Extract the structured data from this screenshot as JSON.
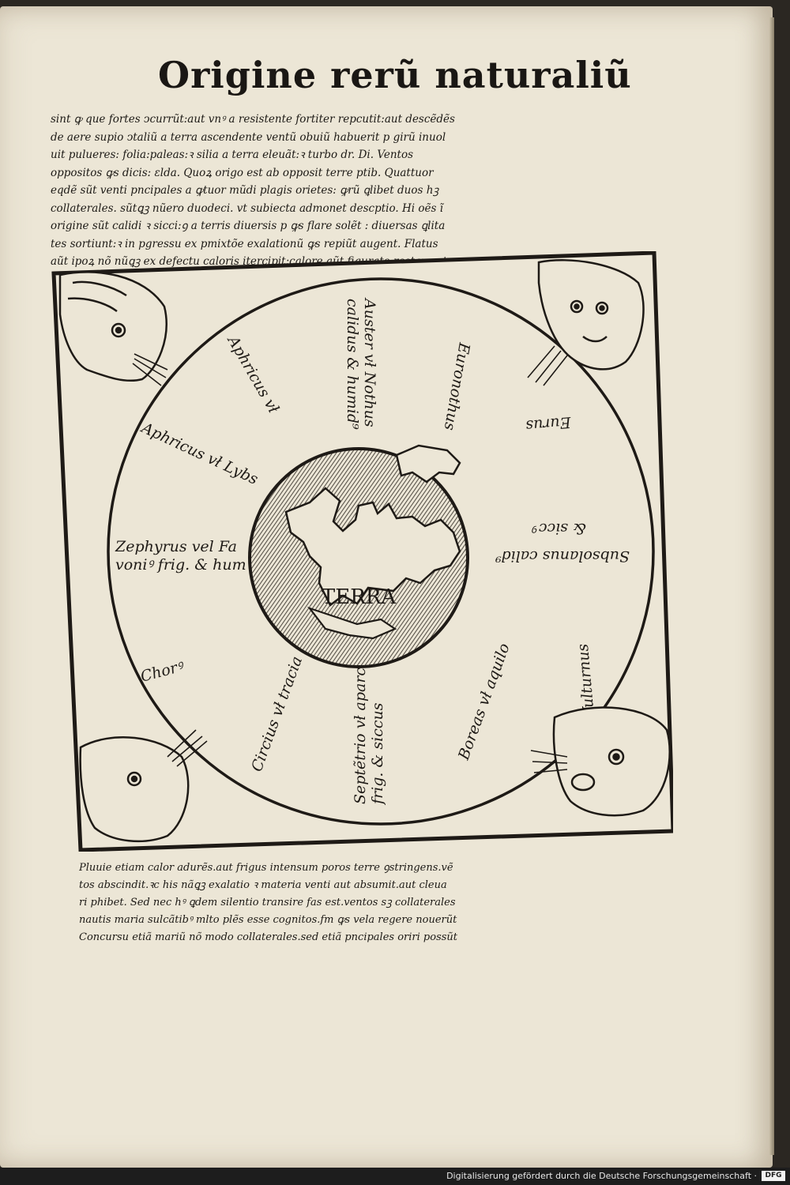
{
  "heading": "Origine rerũ naturaliũ",
  "top_lines": [
    "sint ꝙ que fortes ↄcurrũt:aut vnꝰ a resistente fortiter repcutit:aut descẽdẽs",
    "de aere supio ↄtaliũ a terra ascendente ventũ obuiũ habuerit p girũ inuol",
    "uit pulueres: folia:paleas:ꝛ silia a terra eleuãt:ꝛ turbo dr. Di. Ventos",
    "oppositos ꝙs dicis: ɛlda. Quoꝝ origo est ab opposit terre ptib. Quattuor",
    "eqdẽ sũt venti pncipales a ꝙtuor mũdi plagis orietes: ꝙrũ ꝗlibet duos hꝫ",
    "collaterales. sũtꝗꝫ nũero duodeci. vt subiecta admonet descptio. Hi oẽs ĩ",
    "origine sũt calidi ꝛ sicci:ꝯ a terris diuersis p ꝙs flare solẽt : diuersas ꝗlita",
    "tes sortiunt:ꝛ in pgressu ex pmixtõe exalationũ ꝙs repiũt augent. Flatus",
    "aũt ipoꝝ nõ nũꝗꝫ ex defectu caloris itercipit:calore aũt figurato restaura t."
  ],
  "diagram": {
    "center_label": "TERRA",
    "winds": [
      {
        "line1": "Auster vł Nothus",
        "line2": "calidus & humid⁹"
      },
      {
        "line1": "Euronothus",
        "line2": ""
      },
      {
        "line1": "Eurus",
        "line2": ""
      },
      {
        "line1": "Subsolanus calid⁹",
        "line2": "& siccꝰ"
      },
      {
        "line1": "Vulturnus",
        "line2": ""
      },
      {
        "line1": "Boreas vł aquilo",
        "line2": ""
      },
      {
        "line1": "Septẽtrio vł aparc",
        "line2": "frig. & siccus"
      },
      {
        "line1": "Circius vł tracia",
        "line2": ""
      },
      {
        "line1": "Chorꝰ",
        "line2": ""
      },
      {
        "line1": "Zephyrus vel Fa",
        "line2": "voniꝰ frig. & hum"
      },
      {
        "line1": "Aphricus vł Lybs",
        "line2": ""
      },
      {
        "line1": "Aphricus vł",
        "line2": ""
      }
    ]
  },
  "bottom_lines": [
    "Pluuie etiam calor adurẽs.aut frigus intensum poros terre ꝯstringens.vẽ",
    "tos abscindit.ꝛc his nãꝗꝫ exalatio ꝛ materia venti aut absumit.aut cleua",
    "ri phibet. Sed nec hꝰ ꝗdem silentio transire fas est.ventos sꝫ collaterales",
    "nautis maria sulcãtibꝰ mlto plẽs esse cognitos.fm ꝙs vela regere nouerũt",
    "Concursu etiã mariũ nõ modo collaterales.sed etiã pncipales oriri possũt"
  ],
  "footer": {
    "text": "Digitalisierung gefördert durch die Deutsche Forschungsgemeinschaft ·",
    "logo": "DFG"
  },
  "colors": {
    "paper": "#ece6d6",
    "ink": "#1c1915",
    "background": "#2b2722",
    "footer_bar": "#1d1d1d"
  }
}
